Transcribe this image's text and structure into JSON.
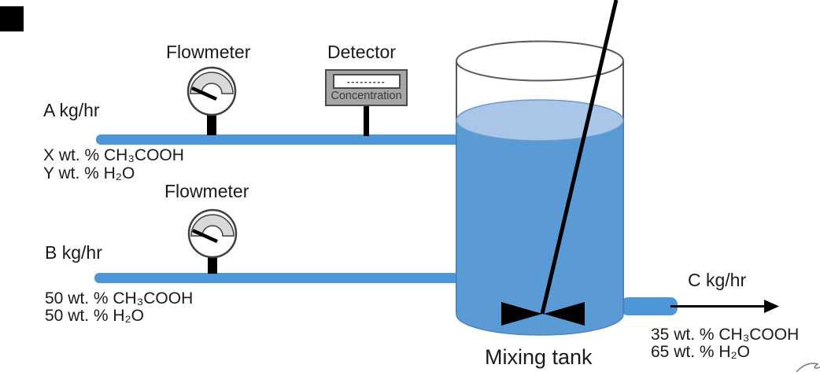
{
  "diagram": {
    "title_hint": "Mixing tank process flow diagram"
  },
  "equipment": {
    "flowmeter_a_label": "Flowmeter",
    "flowmeter_b_label": "Flowmeter",
    "detector_label": "Detector",
    "detector_reading_dashes": "---------",
    "detector_caption": "Concentration",
    "mixing_tank_label": "Mixing tank"
  },
  "streams": {
    "a": {
      "rate_label": "A kg/hr",
      "composition": [
        "X wt. % CH₃COOH",
        "Y wt. % H₂O"
      ]
    },
    "b": {
      "rate_label": "B kg/hr",
      "composition": [
        "50 wt. % CH₃COOH",
        "50 wt. % H₂O"
      ]
    },
    "c": {
      "rate_label": "C kg/hr",
      "composition": [
        "35 wt. % CH₃COOH",
        "65 wt. % H₂O"
      ]
    }
  },
  "colors": {
    "pipe_blue": "#4D96D8",
    "liquid_blue": "#5B9BD5",
    "liquid_surface_blue": "#A9C6E8",
    "detector_body_gray": "#A6A6A6",
    "gauge_dial_gray": "#D9D9D9",
    "outline_gray": "#595959",
    "ink_black": "#000000"
  }
}
